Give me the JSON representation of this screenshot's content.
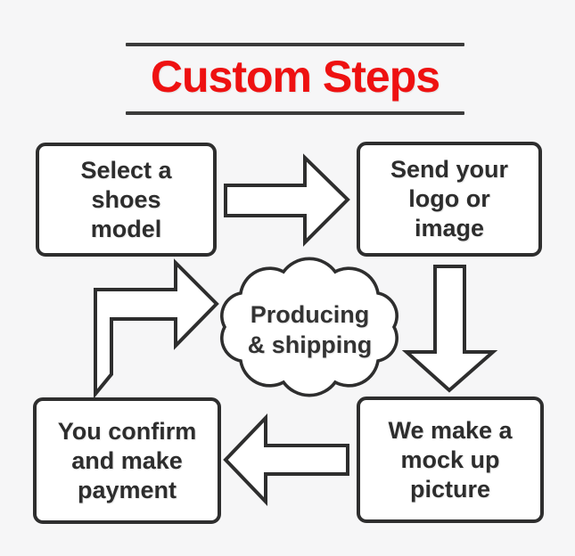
{
  "title": {
    "text": "Custom Steps"
  },
  "colors": {
    "background": "#f6f6f7",
    "accent_red": "#ee1111",
    "outline": "#2e2e2e",
    "text": "#2d2d2d",
    "rule": "#3b3b3b",
    "shape_fill": "#ffffff"
  },
  "steps": [
    {
      "name": "select-shoes-model",
      "lines": [
        "Select a",
        "shoes",
        "model"
      ]
    },
    {
      "name": "send-logo-or-image",
      "lines": [
        "Send your",
        "logo or",
        "image"
      ]
    },
    {
      "name": "we-make-mockup",
      "lines": [
        "We make a",
        "mock up",
        "picture"
      ]
    },
    {
      "name": "confirm-and-pay",
      "lines": [
        "You confirm",
        "and make",
        "payment"
      ]
    }
  ],
  "cloud": {
    "lines": [
      "Producing",
      "& shipping"
    ]
  },
  "arrows": [
    {
      "name": "arrow-select-to-send",
      "direction": "right"
    },
    {
      "name": "arrow-send-to-mockup",
      "direction": "down"
    },
    {
      "name": "arrow-mockup-to-confirm",
      "direction": "left"
    },
    {
      "name": "arrow-confirm-to-producing",
      "direction": "bent-up-right"
    }
  ]
}
